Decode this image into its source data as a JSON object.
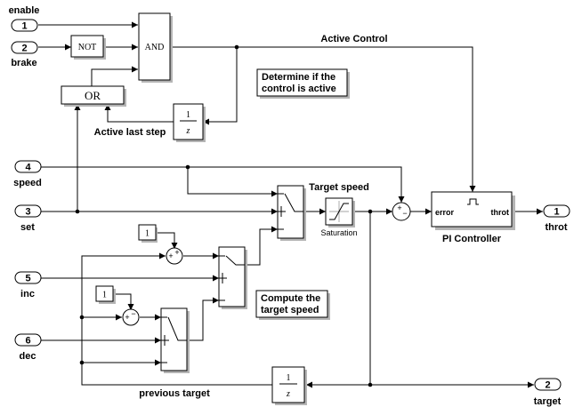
{
  "inports": [
    {
      "number": "1",
      "label": "enable"
    },
    {
      "number": "2",
      "label": "brake"
    },
    {
      "number": "4",
      "label": "speed"
    },
    {
      "number": "3",
      "label": "set"
    },
    {
      "number": "5",
      "label": "inc"
    },
    {
      "number": "6",
      "label": "dec"
    }
  ],
  "outports": [
    {
      "number": "1",
      "label": "throt"
    },
    {
      "number": "2",
      "label": "target"
    }
  ],
  "blocks": {
    "not": "NOT",
    "and": "AND",
    "or": "OR",
    "delay_num": "1",
    "delay_den": "z",
    "saturation": "Saturation",
    "pi_controller": "PI Controller",
    "pi_error": "error",
    "pi_throt": "throt",
    "const": "1",
    "sum_plus": "+",
    "sum_minus": "−"
  },
  "labels": {
    "active_control": "Active Control",
    "active_last_step": "Active last step",
    "target_speed": "Target speed",
    "previous_target": "previous target"
  },
  "notes": {
    "active_line1": "Determine if the",
    "active_line2": "control is active",
    "compute_line1": "Compute the",
    "compute_line2": "target speed"
  }
}
